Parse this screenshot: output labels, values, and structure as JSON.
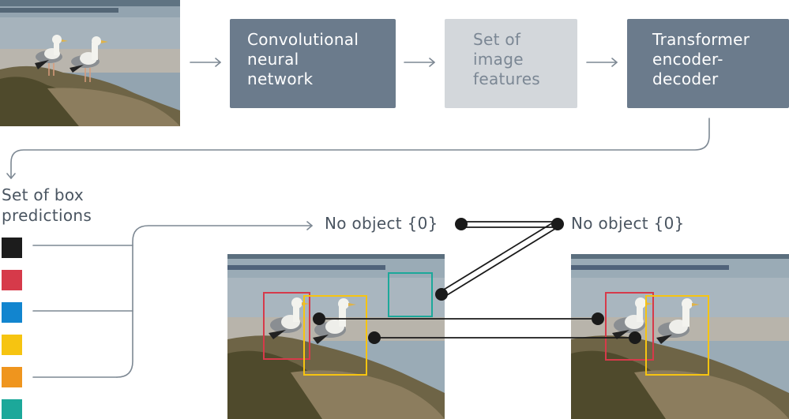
{
  "pipeline": {
    "cnn": [
      "Convolutional",
      "neural",
      "network"
    ],
    "features": [
      "Set of",
      "image",
      "features"
    ],
    "transformer": [
      "Transformer",
      "encoder-",
      "decoder"
    ]
  },
  "predictions": {
    "title": [
      "Set of box",
      "predictions"
    ],
    "swatch_colors": [
      "#1c1c1c",
      "#d63a4a",
      "#1285cf",
      "#f6c411",
      "#ef951e",
      "#1ca89a"
    ]
  },
  "no_object_left": "No object {0}",
  "no_object_right": "No object {0}",
  "colors": {
    "dark_box": "#6b7b8c",
    "light_box": "#d3d7db",
    "arrow": "#7d8893",
    "match_line": "#1a1a1a",
    "red_box": "#d63a4a",
    "yellow_box": "#f6c411",
    "teal_box": "#1ca89a"
  }
}
